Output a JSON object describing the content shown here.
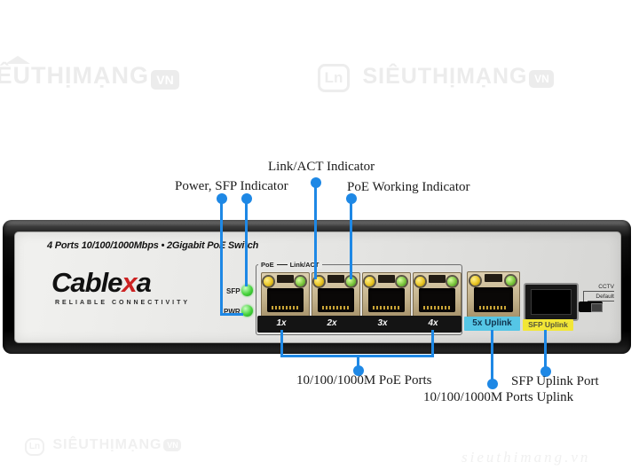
{
  "annotations": {
    "power_sfp": "Power, SFP Indicator",
    "link_act": "Link/ACT Indicator",
    "poe_working": "PoE Working Indicator",
    "poe_ports": "10/100/1000M PoE Ports",
    "sfp_uplink_port": "SFP Uplink Port",
    "ports_uplink": "10/100/1000M Ports Uplink",
    "accent_color": "#1e88e5"
  },
  "device": {
    "title": "4 Ports 10/100/1000Mbps • 2Gigabit PoE Switch",
    "brand": {
      "part1": "Cable",
      "accent": "x",
      "part2": "a",
      "tagline": "RELIABLE CONNECTIVITY",
      "accent_color": "#cc2222"
    },
    "indicators": {
      "sfp": "SFP",
      "pwr": "PWR"
    },
    "group_label": {
      "left": "PoE",
      "right": "Link/ACT"
    },
    "ports": [
      "1x",
      "2x",
      "3x",
      "4x"
    ],
    "uplink_label": "5x Uplink",
    "sfp_label": "SFP Uplink",
    "dip_switch": {
      "top": "CCTV",
      "bottom": "Default"
    },
    "colors": {
      "uplink_cyan": "#55c6e6",
      "sfp_yellow": "#f2e636",
      "led_green": "#46d23c",
      "led_yellow": "#e8c423"
    }
  },
  "watermarks": {
    "top_left_text": "SIÊUTHỊMẠNG",
    "center_text": "SIÊUTHỊMẠNG",
    "bottom_left_text": "SIÊUTHỊMẠNG",
    "bottom_right_text": "sieuthimang.vn",
    "badge": "VN",
    "logo_glyph": "Ln"
  }
}
